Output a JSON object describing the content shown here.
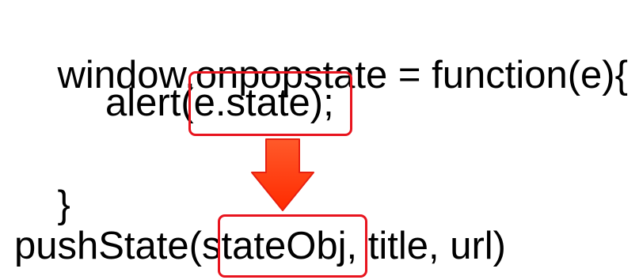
{
  "code": {
    "line_1": "window.onpopstate = function(e){",
    "line_2_prefix": "alert",
    "line_2_arg": "(e.state)",
    "line_2_suffix": ";",
    "line_3": "}",
    "line_4_prefix": "pushState",
    "line_4_arg": "(stateObj",
    "line_4_suffix": ", title, url)"
  },
  "colors": {
    "text": "#000000",
    "highlight_border": "#e8141e",
    "arrow_fill": "#ff3300",
    "arrow_stroke": "#e82010"
  },
  "icons": {
    "arrow": "arrow-down-icon"
  }
}
